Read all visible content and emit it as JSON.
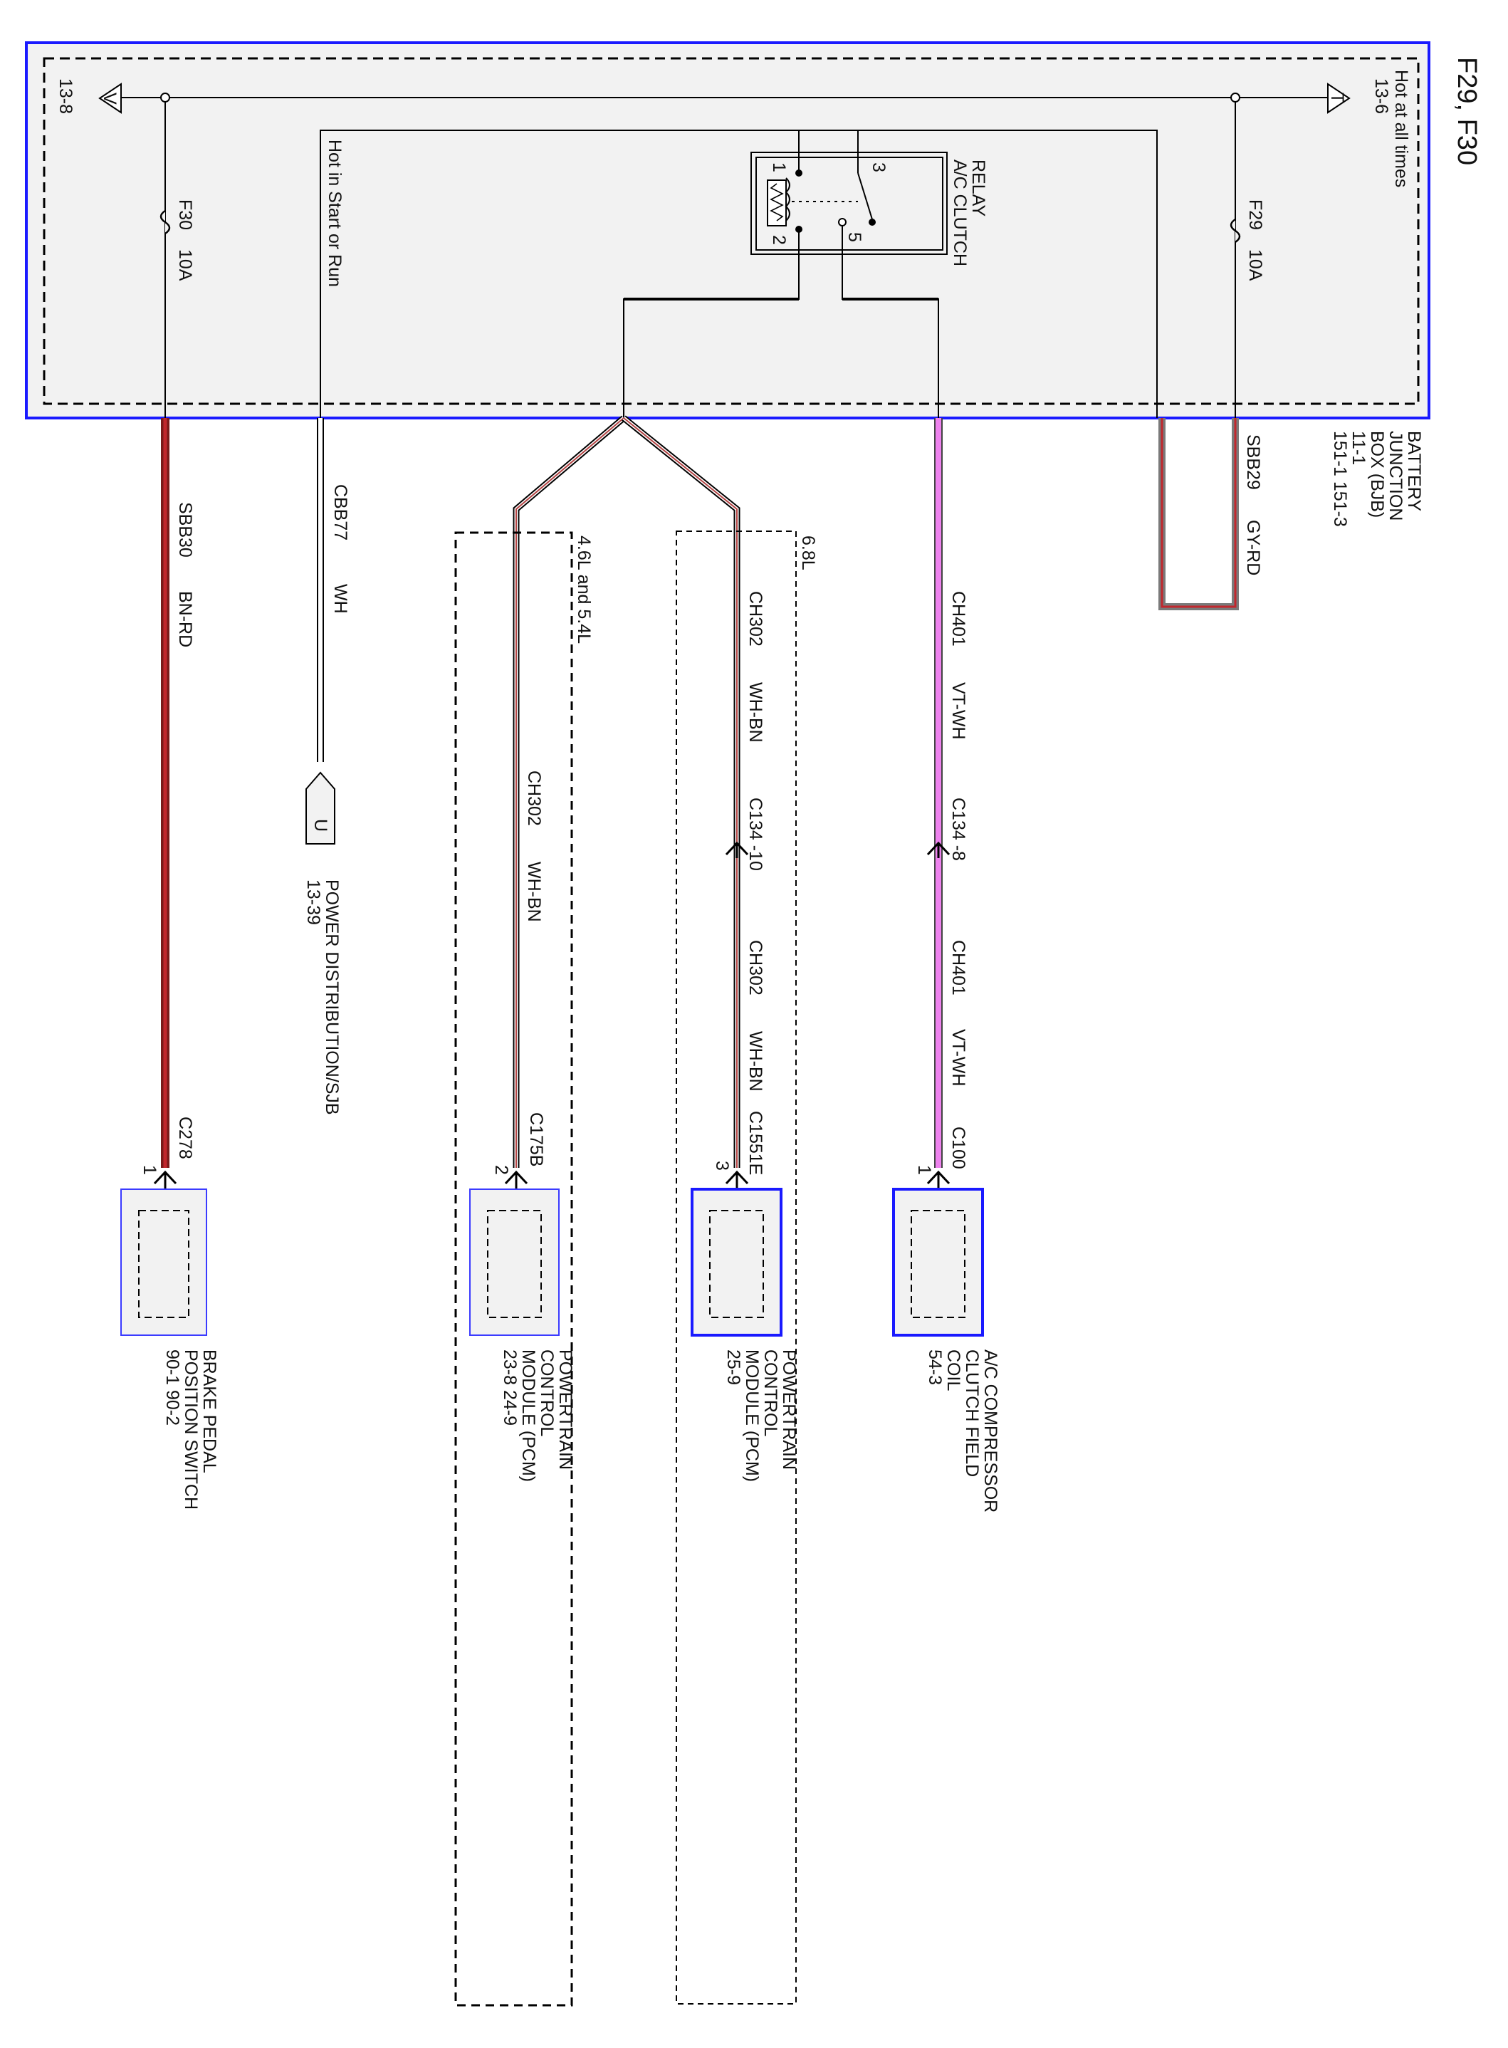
{
  "title": "F29, F30",
  "bjb": {
    "name_lines": [
      "BATTERY",
      "JUNCTION",
      "BOX (BJB)",
      "11-1",
      "151-1   151-3"
    ],
    "hot_at_all_times": "Hot at all times",
    "ref_right": "13-6",
    "ref_left": "13-8",
    "terminal_right": "T",
    "terminal_left": "V",
    "hot_in_start": "Hot in Start or Run"
  },
  "fuses": {
    "f29": {
      "name": "F29",
      "rating": "10A"
    },
    "f30": {
      "name": "F30",
      "rating": "10A"
    }
  },
  "relay": {
    "name_lines": [
      "A/C CLUTCH",
      "RELAY"
    ],
    "pins": [
      "1",
      "2",
      "3",
      "5"
    ]
  },
  "colors": {
    "box_border": "#1a1aff",
    "wire_red": "#c1272d",
    "wire_violet": "#ee82ee",
    "wire_white_brown_stripe": "#b34242",
    "wire_gray_red_stripe": "#c1272d",
    "component_fill": "#f2f2f2"
  },
  "circuits": {
    "sbb29": {
      "circuit": "SBB29",
      "color": "GY-RD"
    },
    "sbb30": {
      "circuit": "SBB30",
      "color": "BN-RD"
    },
    "cbb77": {
      "circuit": "CBB77",
      "color": "WH"
    },
    "ch401_top": {
      "circuit": "CH401",
      "color": "VT-WH"
    },
    "ch401_bottom": {
      "circuit": "CH401",
      "color": "VT-WH"
    },
    "ch302_68_top": {
      "circuit": "CH302",
      "color": "WH-BN"
    },
    "ch302_68_bottom": {
      "circuit": "CH302",
      "color": "WH-BN"
    },
    "ch302_46": {
      "circuit": "CH302",
      "color": "WH-BN"
    }
  },
  "engine_options": {
    "opt_68": "6.8L",
    "opt_46": "4.6L and 5.4L"
  },
  "connectors": {
    "c134_10": "C134 -10",
    "c134_8": "C134 -8",
    "c278": {
      "name": "C278",
      "pin": "1"
    },
    "c175b": {
      "name": "C175B",
      "pin": "2"
    },
    "c1551e": {
      "name": "C1551E",
      "pin": "3"
    },
    "c100": {
      "name": "C100",
      "pin": "1"
    }
  },
  "power_dist": {
    "terminal": "U",
    "lines": [
      "POWER DISTRIBUTION/SJB",
      "13-39"
    ]
  },
  "components": {
    "brake": [
      "BRAKE PEDAL",
      "POSITION SWITCH",
      "90-1   90-2"
    ],
    "pcm_46": [
      "POWERTRAIN",
      "CONTROL",
      "MODULE (PCM)",
      "23-8        24-9"
    ],
    "pcm_68": [
      "POWERTRAIN",
      "CONTROL",
      "MODULE (PCM)",
      "25-9"
    ],
    "ac_coil": [
      "A/C COMPRESSOR",
      "CLUTCH FIELD",
      "COIL",
      "54-3"
    ]
  }
}
